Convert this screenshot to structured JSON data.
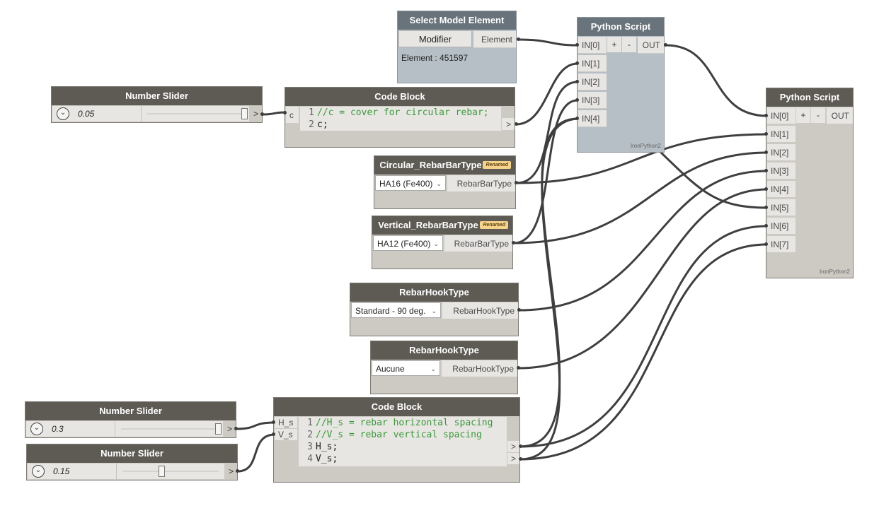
{
  "select_node": {
    "title": "Select Model Element",
    "button": "Modifier",
    "output": "Element",
    "value": "Element : 451597"
  },
  "python1": {
    "title": "Python Script",
    "inputs": [
      "IN[0]",
      "IN[1]",
      "IN[2]",
      "IN[3]",
      "IN[4]"
    ],
    "plus": "+",
    "minus": "-",
    "output": "OUT",
    "engine": "IronPython2"
  },
  "python2": {
    "title": "Python Script",
    "inputs": [
      "IN[0]",
      "IN[1]",
      "IN[2]",
      "IN[3]",
      "IN[4]",
      "IN[5]",
      "IN[6]",
      "IN[7]"
    ],
    "plus": "+",
    "minus": "-",
    "output": "OUT",
    "engine": "IronPython2"
  },
  "slider1": {
    "title": "Number Slider",
    "value": "0.05",
    "out": ">"
  },
  "slider2": {
    "title": "Number Slider",
    "value": "0.3",
    "out": ">"
  },
  "slider3": {
    "title": "Number Slider",
    "value": "0.15",
    "out": ">"
  },
  "code1": {
    "title": "Code Block",
    "input": "c",
    "out": ">",
    "lines": [
      {
        "n": "1",
        "t": "//c = cover for circular rebar;"
      },
      {
        "n": "2",
        "t": "c;"
      }
    ]
  },
  "code2": {
    "title": "Code Block",
    "inputs": [
      "H_s",
      "V_s"
    ],
    "out": ">",
    "lines": [
      {
        "n": "1",
        "t": "//H_s = rebar horizontal spacing"
      },
      {
        "n": "2",
        "t": "//V_s = rebar vertical spacing"
      },
      {
        "n": "3",
        "t": "H_s;"
      },
      {
        "n": "4",
        "t": "V_s;"
      }
    ]
  },
  "circ_rebar": {
    "title": "Circular_RebarBarType",
    "badge": "Renamed",
    "selected": "HA16 (Fe400)",
    "output": "RebarBarType"
  },
  "vert_rebar": {
    "title": "Vertical_RebarBarType",
    "badge": "Renamed",
    "selected": "HA12 (Fe400)",
    "output": "RebarBarType"
  },
  "hook1": {
    "title": "RebarHookType",
    "selected": "Standard - 90 deg.",
    "output": "RebarHookType"
  },
  "hook2": {
    "title": "RebarHookType",
    "selected": "Aucune",
    "output": "RebarHookType"
  },
  "icons": {
    "slider_toggle": "chevron-down-icon",
    "combo_arrow": "chevron-down-icon"
  }
}
